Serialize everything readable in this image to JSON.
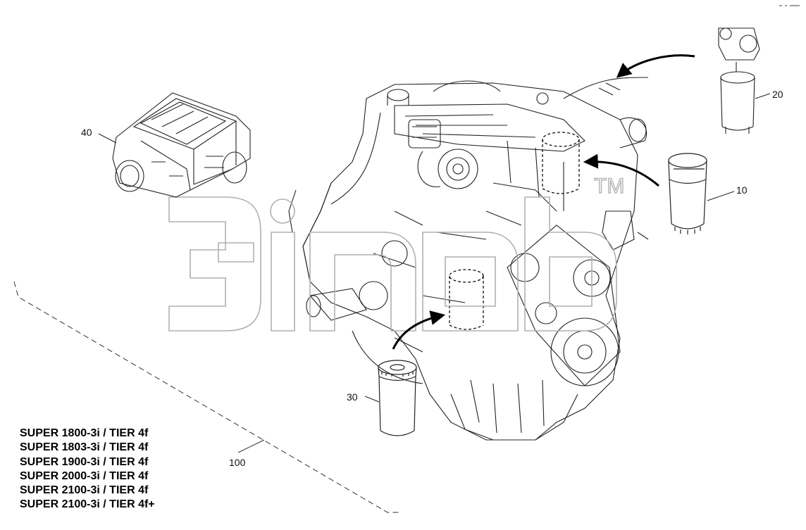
{
  "callouts": {
    "c10": "10",
    "c20": "20",
    "c30": "30",
    "c40": "40",
    "c100": "100"
  },
  "watermark": {
    "trademark": "TM"
  },
  "models": [
    "SUPER 1800-3i / TIER 4f",
    "SUPER 1803-3i / TIER 4f",
    "SUPER 1900-3i / TIER 4f",
    "SUPER 2000-3i / TIER 4f",
    "SUPER 2100-3i / TIER 4f",
    "SUPER 2100-3i / TIER 4f+"
  ]
}
